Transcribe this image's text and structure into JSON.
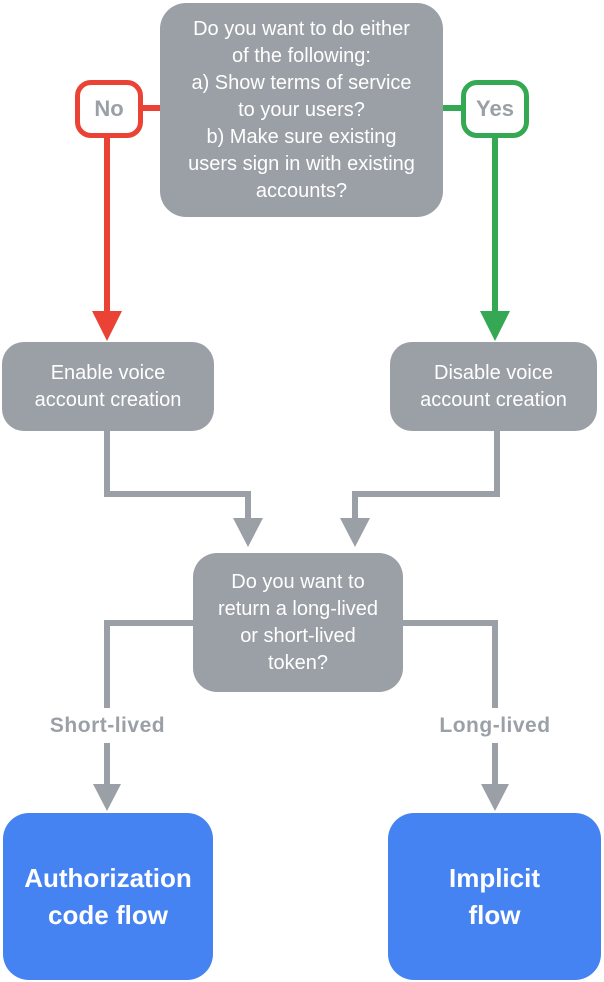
{
  "colors": {
    "gray": "#9AA0A6",
    "red": "#EA4335",
    "green": "#34A853",
    "blue": "#4683F2",
    "white": "#FFFFFF"
  },
  "nodes": {
    "question_top": "Do you want to do either\nof the following:\na) Show terms of service\nto your users?\nb) Make sure existing\nusers sign in with existing\naccounts?",
    "no_label": "No",
    "yes_label": "Yes",
    "enable": "Enable voice\naccount creation",
    "disable": "Disable voice\naccount creation",
    "question_token": "Do you want to\nreturn a long-lived\nor short-lived\ntoken?",
    "short_lived_label": "Short-lived",
    "long_lived_label": "Long-lived",
    "auth_code": "Authorization\ncode flow",
    "implicit": "Implicit\nflow"
  }
}
